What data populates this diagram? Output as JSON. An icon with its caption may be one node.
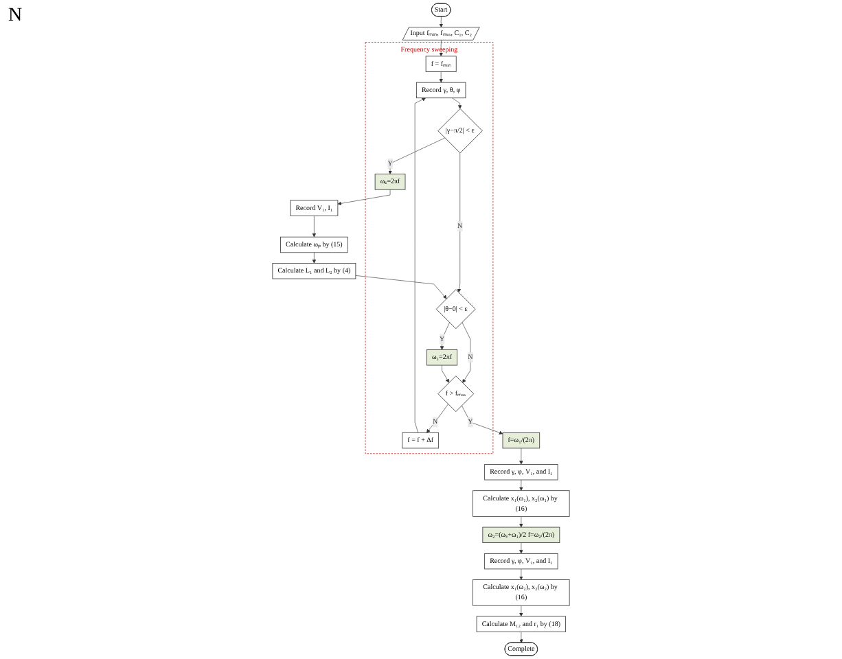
{
  "diagram": {
    "nodes": [
      {
        "text": [
          "Start"
        ]
      },
      {
        "text": [
          "Input fₘᵢₙ, fₘₐₓ, C₁, C₂"
        ]
      },
      {
        "text": [
          "Frequency sweeping"
        ]
      },
      {
        "text": [
          "f = fₘᵢₙ"
        ],
        "in": 2
      },
      {
        "text": [
          "f = f + Δf"
        ],
        "in": 2
      },
      {
        "text": [
          "f > fₘₐₓ"
        ],
        "in": 2
      },
      {
        "text": [
          "Record γ, θ, φ"
        ],
        "in": 2
      },
      {
        "text": [
          "|γ−π/2| < ε"
        ],
        "in": 2
      },
      {
        "text": [
          "|θ−0| < ε"
        ],
        "in": 2
      },
      {
        "text": [
          "ωₛ=2πf"
        ],
        "in": 2
      },
      {
        "text": [
          "ω₁=2πf"
        ],
        "in": 2
      },
      {
        "text": [
          "Record V₁, I₁"
        ]
      },
      {
        "text": [
          "Calculate ωₚ by (15)"
        ]
      },
      {
        "text": [
          "Calculate L₁ and L₂ by (4)"
        ]
      },
      {
        "text": [
          "f=ω₁/(2π)"
        ]
      },
      {
        "text": [
          "Record γ, φ, V₁, and I₁"
        ]
      },
      {
        "text": [
          "Calculate x₁(ω₁), x₂(ω₁) by (16)"
        ]
      },
      {
        "text": [
          "ω₂=(ωₛ+ω₁)/2 f=ω₂/(2π)"
        ]
      },
      {
        "text": [
          "Record γ, φ, V₁, and I₁"
        ]
      },
      {
        "text": [
          "Calculate x₁(ω₂), x₂(ω₂) by (16)"
        ]
      },
      {
        "text": [
          "Calculate M₁₂ and r₁ by (18)"
        ]
      },
      {
        "text": [
          "Complete"
        ]
      }
    ],
    "edges": [
      {
        "from": 0,
        "to": 1,
        "arrow": "to"
      },
      {
        "from": 1,
        "to": 3,
        "arrow": "to"
      },
      {
        "from": 3,
        "to": 6,
        "arrow": "to"
      },
      {
        "from": 4,
        "to": 6,
        "arrow": "to"
      },
      {
        "from": 5,
        "to": 4,
        "arrow": "to",
        "label": "N"
      },
      {
        "from": 5,
        "to": 14,
        "arrow": "to",
        "label": "Y"
      },
      {
        "from": 6,
        "to": 7,
        "arrow": "to"
      },
      {
        "from": 7,
        "to": 8,
        "arrow": "to",
        "label": "N"
      },
      {
        "from": 7,
        "to": 9,
        "arrow": "to",
        "label": "Y"
      },
      {
        "from": 8,
        "to": 5,
        "arrow": "to",
        "label": "N"
      },
      {
        "from": 8,
        "to": 10,
        "arrow": "to",
        "label": "Y"
      },
      {
        "from": 10,
        "to": 5,
        "arrow": "to"
      },
      {
        "from": 9,
        "to": 11,
        "arrow": "to"
      },
      {
        "from": 11,
        "to": 12,
        "arrow": "to"
      },
      {
        "from": 12,
        "to": 13,
        "arrow": "to"
      },
      {
        "from": 13,
        "to": 8,
        "arrow": "to"
      },
      {
        "from": 14,
        "to": 15,
        "arrow": "to"
      },
      {
        "from": 15,
        "to": 16,
        "arrow": "to"
      },
      {
        "from": 16,
        "to": 17,
        "arrow": "to"
      },
      {
        "from": 17,
        "to": 18,
        "arrow": "to"
      },
      {
        "from": 18,
        "to": 19,
        "arrow": "to"
      },
      {
        "from": 19,
        "to": 20,
        "arrow": "to"
      },
      {
        "from": 20,
        "to": 21,
        "arrow": "to"
      }
    ],
    "labels": [
      "N"
    ]
  }
}
